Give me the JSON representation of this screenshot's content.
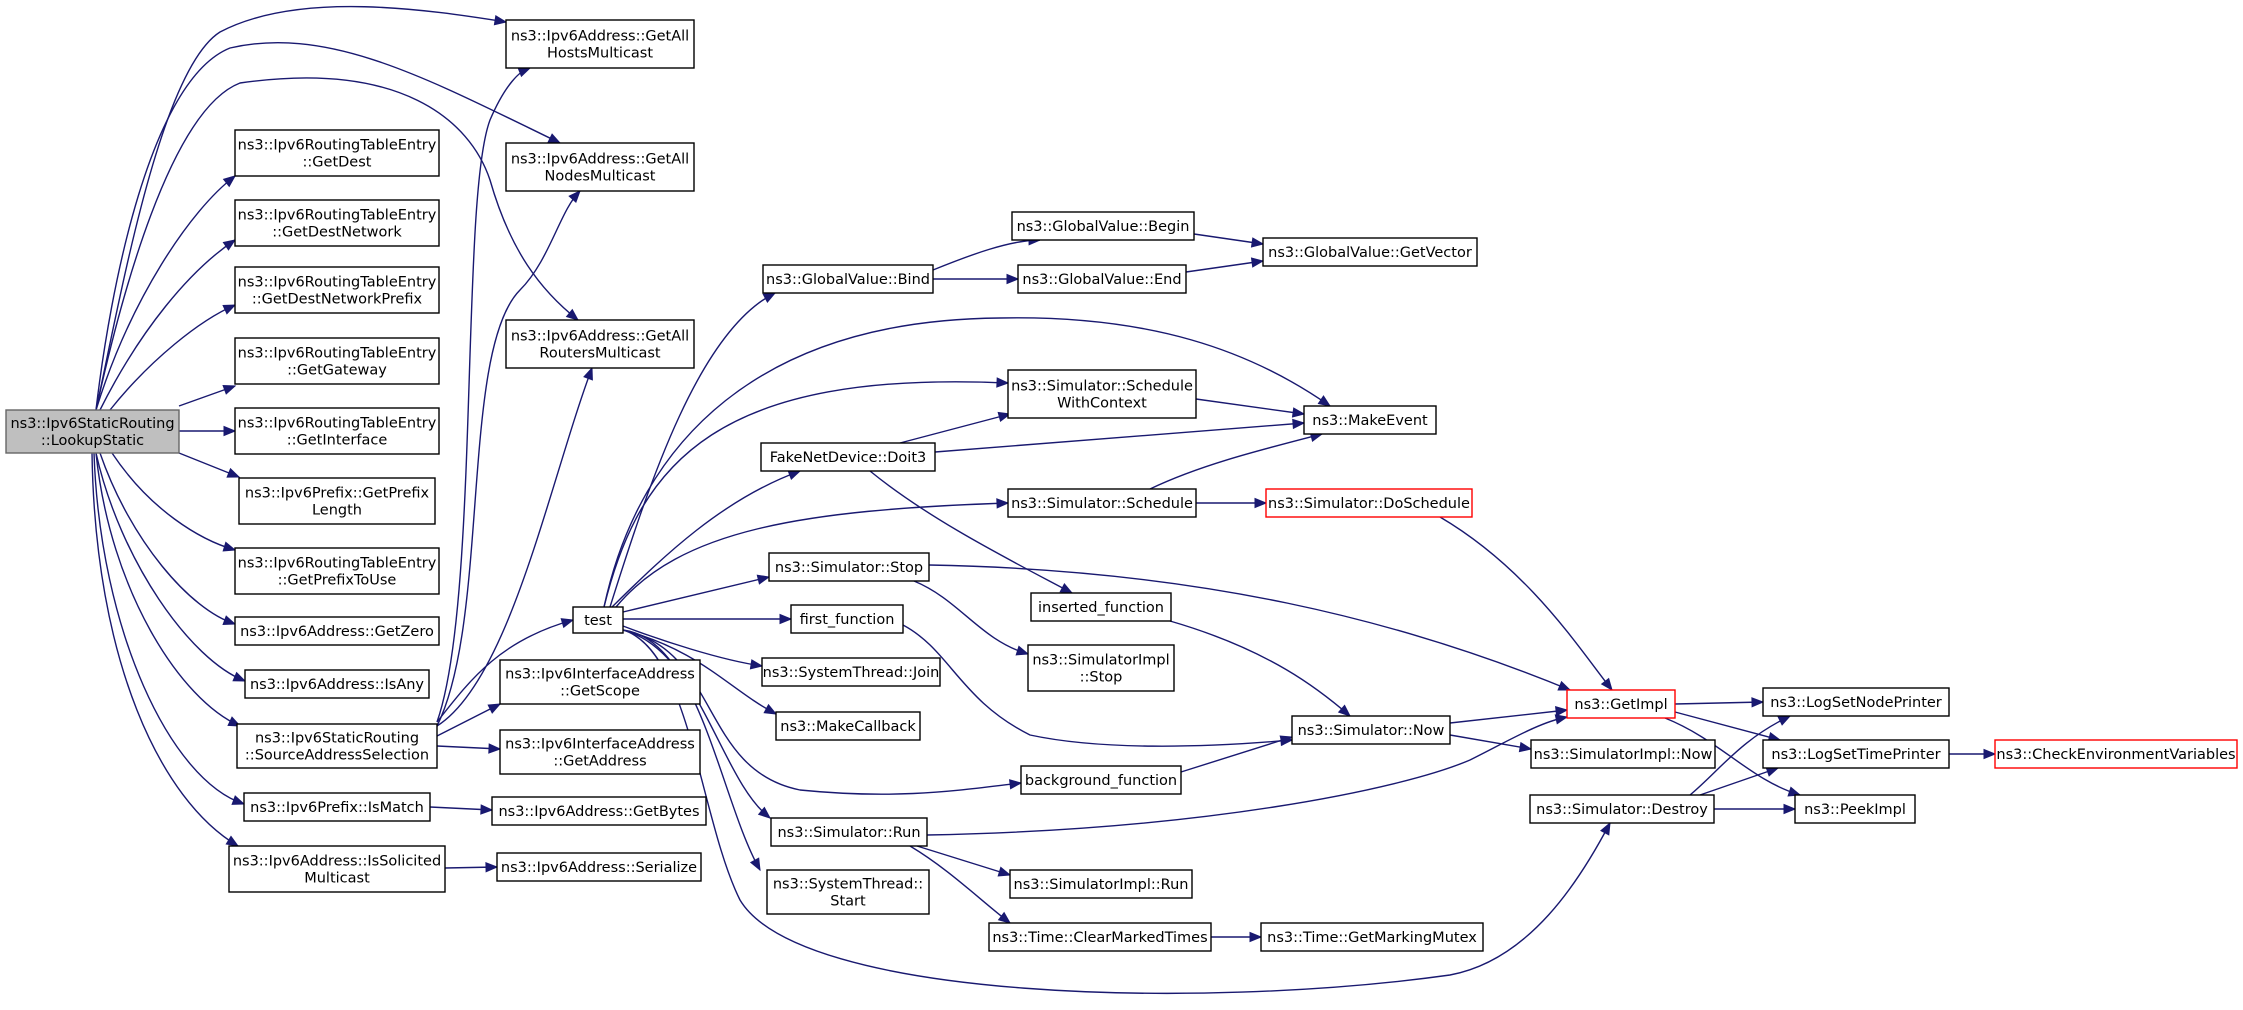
{
  "diagram": {
    "type": "call-graph",
    "node_color": "#ffffff",
    "root_color": "#bfbfbf",
    "truncated_color": "#ff0000",
    "edge_color": "#191970",
    "nodes": [
      {
        "id": "root",
        "lines": [
          "ns3::Ipv6StaticRouting",
          "::LookupStatic"
        ],
        "style": "root"
      },
      {
        "id": "getAllHosts",
        "lines": [
          "ns3::Ipv6Address::GetAll",
          "HostsMulticast"
        ]
      },
      {
        "id": "getAllNodes",
        "lines": [
          "ns3::Ipv6Address::GetAll",
          "NodesMulticast"
        ]
      },
      {
        "id": "getAllRouters",
        "lines": [
          "ns3::Ipv6Address::GetAll",
          "RoutersMulticast"
        ]
      },
      {
        "id": "getDest",
        "lines": [
          "ns3::Ipv6RoutingTableEntry",
          "::GetDest"
        ]
      },
      {
        "id": "getDestNetwork",
        "lines": [
          "ns3::Ipv6RoutingTableEntry",
          "::GetDestNetwork"
        ]
      },
      {
        "id": "getDestNetworkPrefix",
        "lines": [
          "ns3::Ipv6RoutingTableEntry",
          "::GetDestNetworkPrefix"
        ]
      },
      {
        "id": "getGateway",
        "lines": [
          "ns3::Ipv6RoutingTableEntry",
          "::GetGateway"
        ]
      },
      {
        "id": "getInterface",
        "lines": [
          "ns3::Ipv6RoutingTableEntry",
          "::GetInterface"
        ]
      },
      {
        "id": "getPrefixLength",
        "lines": [
          "ns3::Ipv6Prefix::GetPrefix",
          "Length"
        ]
      },
      {
        "id": "getPrefixToUse",
        "lines": [
          "ns3::Ipv6RoutingTableEntry",
          "::GetPrefixToUse"
        ]
      },
      {
        "id": "getZero",
        "lines": [
          "ns3::Ipv6Address::GetZero"
        ]
      },
      {
        "id": "isAny",
        "lines": [
          "ns3::Ipv6Address::IsAny"
        ]
      },
      {
        "id": "sourceAddrSel",
        "lines": [
          "ns3::Ipv6StaticRouting",
          "::SourceAddressSelection"
        ]
      },
      {
        "id": "isMatch",
        "lines": [
          "ns3::Ipv6Prefix::IsMatch"
        ]
      },
      {
        "id": "isSolicited",
        "lines": [
          "ns3::Ipv6Address::IsSolicited",
          "Multicast"
        ]
      },
      {
        "id": "getScope",
        "lines": [
          "ns3::Ipv6InterfaceAddress",
          "::GetScope"
        ]
      },
      {
        "id": "getAddress",
        "lines": [
          "ns3::Ipv6InterfaceAddress",
          "::GetAddress"
        ]
      },
      {
        "id": "getBytes",
        "lines": [
          "ns3::Ipv6Address::GetBytes"
        ]
      },
      {
        "id": "serialize",
        "lines": [
          "ns3::Ipv6Address::Serialize"
        ]
      },
      {
        "id": "test",
        "lines": [
          "test"
        ]
      },
      {
        "id": "gvBind",
        "lines": [
          "ns3::GlobalValue::Bind"
        ]
      },
      {
        "id": "gvBegin",
        "lines": [
          "ns3::GlobalValue::Begin"
        ]
      },
      {
        "id": "gvEnd",
        "lines": [
          "ns3::GlobalValue::End"
        ]
      },
      {
        "id": "gvGetVector",
        "lines": [
          "ns3::GlobalValue::GetVector"
        ]
      },
      {
        "id": "schedWithCtx",
        "lines": [
          "ns3::Simulator::Schedule",
          "WithContext"
        ]
      },
      {
        "id": "makeEvent",
        "lines": [
          "ns3::MakeEvent"
        ]
      },
      {
        "id": "doit3",
        "lines": [
          "FakeNetDevice::Doit3"
        ]
      },
      {
        "id": "schedule",
        "lines": [
          "ns3::Simulator::Schedule"
        ]
      },
      {
        "id": "doSchedule",
        "lines": [
          "ns3::Simulator::DoSchedule"
        ],
        "style": "red"
      },
      {
        "id": "simStop",
        "lines": [
          "ns3::Simulator::Stop"
        ]
      },
      {
        "id": "insertedFn",
        "lines": [
          "inserted_function"
        ]
      },
      {
        "id": "firstFn",
        "lines": [
          "first_function"
        ]
      },
      {
        "id": "implStop",
        "lines": [
          "ns3::SimulatorImpl",
          "::Stop"
        ]
      },
      {
        "id": "stJoin",
        "lines": [
          "ns3::SystemThread::Join"
        ]
      },
      {
        "id": "makeCallback",
        "lines": [
          "ns3::MakeCallback"
        ]
      },
      {
        "id": "getImpl",
        "lines": [
          "ns3::GetImpl"
        ],
        "style": "red"
      },
      {
        "id": "simNow",
        "lines": [
          "ns3::Simulator::Now"
        ]
      },
      {
        "id": "implNow",
        "lines": [
          "ns3::SimulatorImpl::Now"
        ]
      },
      {
        "id": "bgFn",
        "lines": [
          "background_function"
        ]
      },
      {
        "id": "simDestroy",
        "lines": [
          "ns3::Simulator::Destroy"
        ]
      },
      {
        "id": "logNode",
        "lines": [
          "ns3::LogSetNodePrinter"
        ]
      },
      {
        "id": "logTime",
        "lines": [
          "ns3::LogSetTimePrinter"
        ]
      },
      {
        "id": "checkEnv",
        "lines": [
          "ns3::CheckEnvironmentVariables"
        ],
        "style": "red"
      },
      {
        "id": "peekImpl",
        "lines": [
          "ns3::PeekImpl"
        ]
      },
      {
        "id": "simRun",
        "lines": [
          "ns3::Simulator::Run"
        ]
      },
      {
        "id": "implRun",
        "lines": [
          "ns3::SimulatorImpl::Run"
        ]
      },
      {
        "id": "stStart",
        "lines": [
          "ns3::SystemThread::",
          "Start"
        ]
      },
      {
        "id": "clearMarked",
        "lines": [
          "ns3::Time::ClearMarkedTimes"
        ]
      },
      {
        "id": "getMarkingMutex",
        "lines": [
          "ns3::Time::GetMarkingMutex"
        ]
      }
    ]
  }
}
